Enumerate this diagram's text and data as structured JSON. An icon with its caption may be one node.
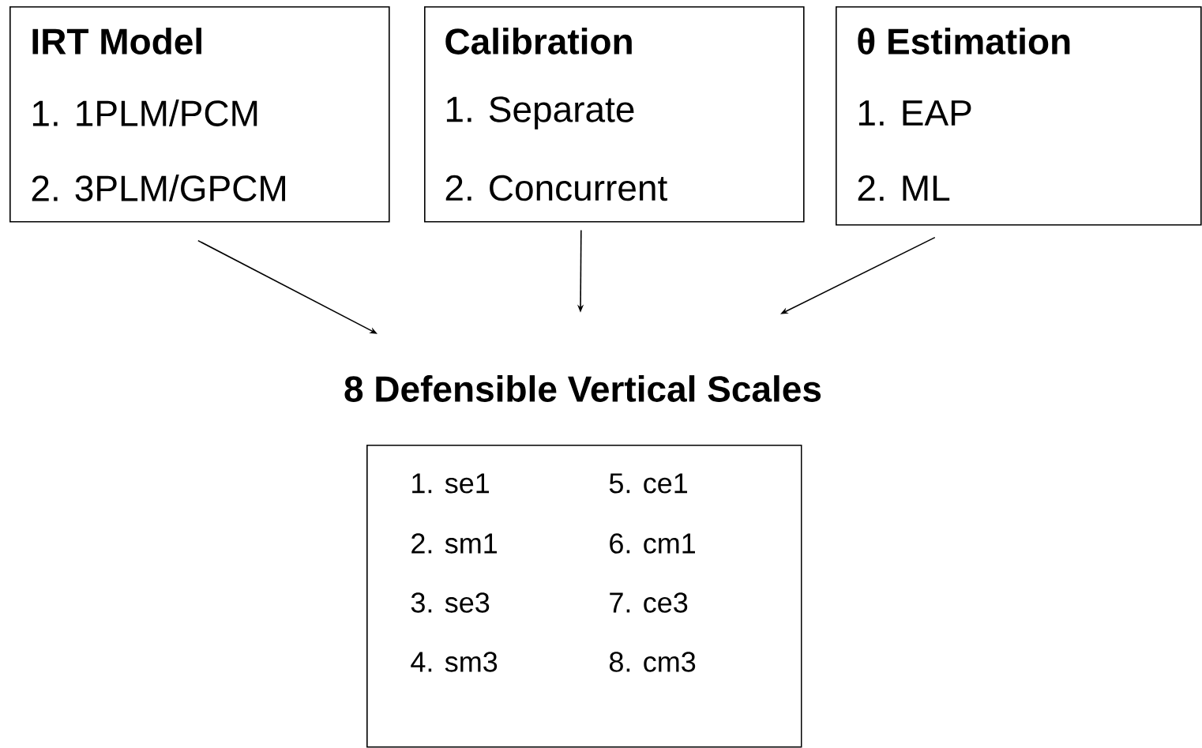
{
  "diagram": {
    "nodes": [
      {
        "text": [
          "IRT Model",
          "1.  1PLM/PCM",
          "2.  3PLM/GPCM"
        ]
      },
      {
        "text": [
          "Calibration",
          "1.  Separate",
          "2.  Concurrent"
        ]
      },
      {
        "text": [
          "θ Estimation",
          "1.  EAP",
          "2.  ML"
        ]
      },
      {
        "text": [
          "8 Defensible Vertical Scales"
        ]
      },
      {
        "text": [
          "1.   se1",
          "2.   sm1",
          "3.   se3",
          "4.   sm3",
          "5.   ce1",
          "6.   cm1",
          "7.   ce3",
          "8.   cm3"
        ]
      }
    ],
    "edges": [
      {
        "from": 0,
        "to": 3,
        "arrow": "to"
      },
      {
        "from": 1,
        "to": 3,
        "arrow": "to"
      },
      {
        "from": 2,
        "to": 3,
        "arrow": "to"
      }
    ]
  }
}
